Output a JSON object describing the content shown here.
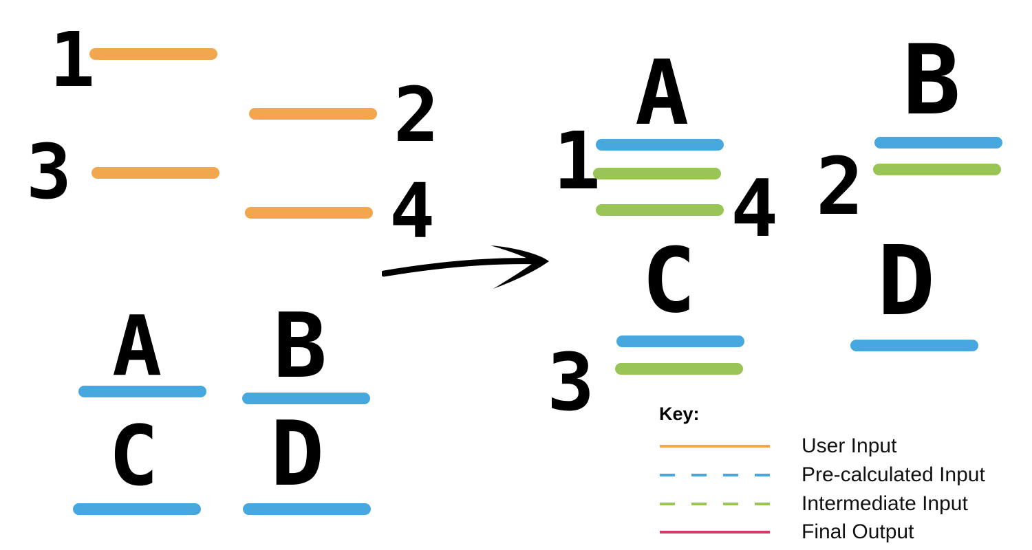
{
  "colors": {
    "user_input": "#F2A64D",
    "pre_calculated": "#46A8DE",
    "intermediate": "#99C456",
    "final_output": "#D43B6A"
  },
  "labels": {
    "one": "1",
    "two": "2",
    "three": "3",
    "four": "4",
    "a": "A",
    "b": "B",
    "c": "C",
    "d": "D"
  },
  "key": {
    "title": "Key:",
    "items": [
      {
        "label": "User Input",
        "color": "#F2A64D",
        "style": "solid"
      },
      {
        "label": "Pre-calculated Input",
        "color": "#46A8DE",
        "style": "dashed"
      },
      {
        "label": "Intermediate Input",
        "color": "#99C456",
        "style": "dashed"
      },
      {
        "label": "Final Output",
        "color": "#D43B6A",
        "style": "solid"
      }
    ]
  }
}
